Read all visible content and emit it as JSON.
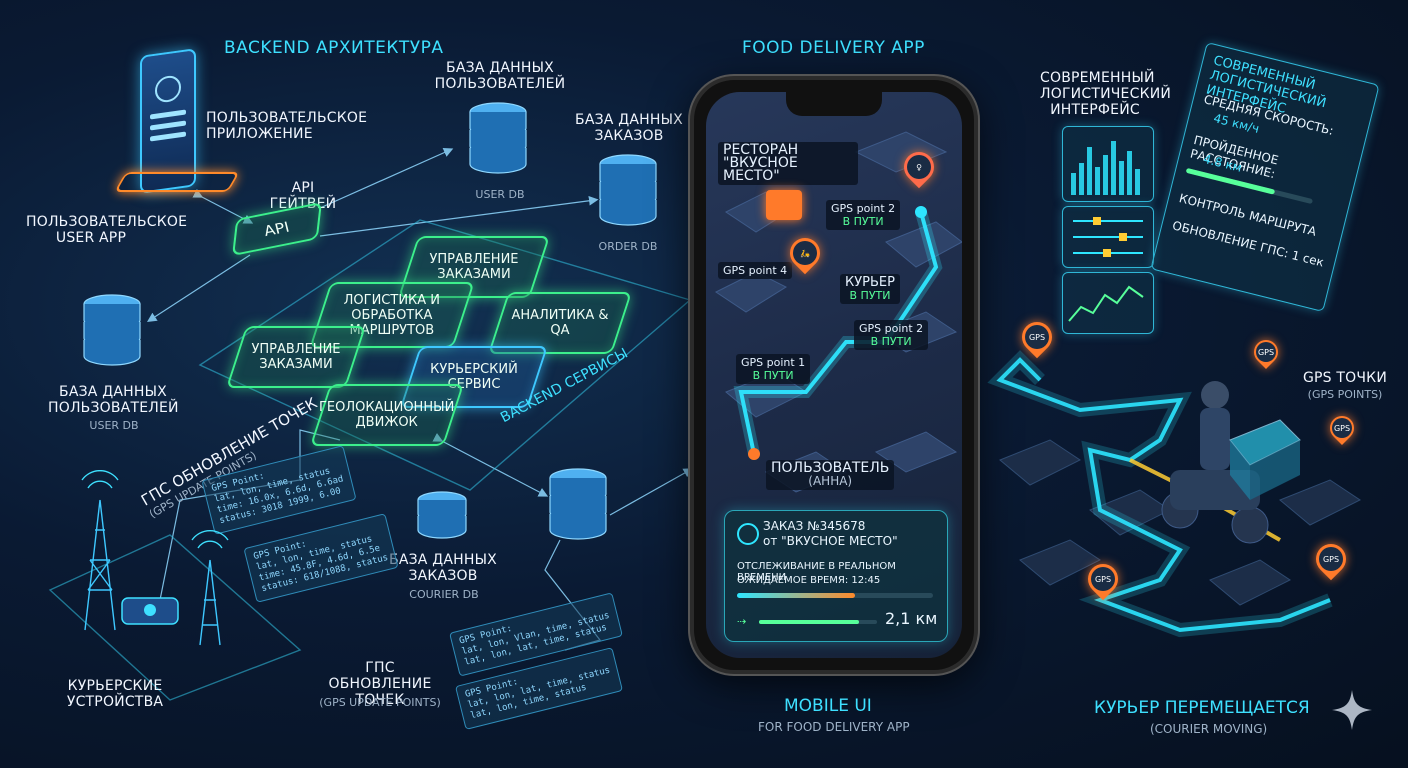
{
  "titles": {
    "backend": "BACKEND АРХИТЕКТУРА",
    "app": "FOOD DELIVERY APP",
    "mobile_ui": "MOBILE UI",
    "mobile_ui_sub": "FOR FOOD DELIVERY APP",
    "courier_moving": "КУРЬЕР ПЕРЕМЕЩАЕТСЯ",
    "courier_moving_sub": "(COURIER MOVING)"
  },
  "backend": {
    "user_app_label": "ПОЛЬЗОВАТЕЛЬСКОЕ ПРИЛОЖЕНИЕ",
    "user_app_left": "ПОЛЬЗОВАТЕЛЬСКОЕ USER APP",
    "api_gateway_label": "API ГЕЙТВЕЙ",
    "api_box": "API",
    "user_db_top": {
      "title": "БАЗА ДАННЫХ ПОЛЬЗОВАТЕЛЕЙ",
      "sub": "USER DB"
    },
    "order_db_top": {
      "title": "БАЗА ДАННЫХ ЗАКАЗОВ",
      "sub": "ORDER DB"
    },
    "user_db_left": {
      "title": "БАЗА ДАННЫХ ПОЛЬЗОВАТЕЛЕЙ",
      "sub": "USER DB"
    },
    "courier_db": {
      "title": "БАЗА ДАННЫХ ЗАКАЗОВ",
      "sub": "COURIER DB"
    },
    "services": [
      "УПРАВЛЕНИЕ ЗАКАЗАМИ",
      "ЛОГИСТИКА И ОБРАБОТКА МАРШРУТОВ",
      "АНАЛИТИКА & QA",
      "УПРАВЛЕНИЕ ЗАКАЗАМИ",
      "КУРЬЕРСКИЙ СЕРВИС",
      "ГЕОЛОКАЦИОННЫЙ ДВИЖОК"
    ],
    "backend_services": "BACKEND СЕРВИСЫ",
    "gps_update_rot": "ГПС ОБНОВЛЕНИЕ ТОЧЕК",
    "gps_update_rot_sub": "(GPS UPDATE POINTS)",
    "courier_devices": "КУРЬЕРСКИЕ УСТРОЙСТВА",
    "gps_update_bottom": "ГПС ОБНОВЛЕНИЕ ТОЧЕК",
    "gps_update_bottom_sub": "(GPS UPDATE POINTS)",
    "code_1": "GPS Point:\nlat, lon, time, status\ntime: 16.0x, 6.6d, 6.6ad\nstatus: 3018 1999, 6.00",
    "code_2": "GPS Point:\nlat, lon, time, status\ntime: 45.8F, 4.6d, 6.5e\nstatus: 618/1088, status",
    "code_3": "GPS Point:\nlat, lon, Vlan, time, status\nlat, lon, lat, time, status",
    "code_4": "GPS Point:\nlat, lon, lat, time, status\nlat, lon, time, status"
  },
  "phone": {
    "restaurant": "РЕСТОРАН \"ВКУСНОЕ МЕСТО\"",
    "gps2_top": {
      "name": "GPS point 2",
      "status": "В ПУТИ"
    },
    "gps4": {
      "name": "GPS point 4"
    },
    "courier": {
      "name": "КУРЬЕР",
      "status": "В ПУТИ"
    },
    "gps2_mid": {
      "name": "GPS point 2",
      "status": "В ПУТИ"
    },
    "gps1": {
      "name": "GPS point 1",
      "status": "В ПУТИ"
    },
    "user": {
      "name": "ПОЛЬЗОВАТЕЛЬ",
      "sub": "(АННА)"
    },
    "order": {
      "title": "ЗАКАЗ №345678",
      "from": "от \"ВКУСНОЕ МЕСТО\"",
      "tracking": "ОТСЛЕЖИВАНИЕ В РЕАЛЬНОМ ВРЕМЕНИ",
      "eta": "ОЖИДАЕМОЕ ВРЕМЯ: 12:45",
      "progress": 0.6,
      "distance": "2,1 км",
      "distance_progress": 0.85
    }
  },
  "right": {
    "modern_interface": "СОВРЕМЕННЫЙ ЛОГИСТИЧЕСКИЙ ИНТЕРФЕЙС",
    "panel_title": "СОВРЕМЕННЫЙ ЛОГИСТИЧЕСКИЙ ИНТЕРФЕЙС",
    "avg_speed_label": "СРЕДНЯЯ СКОРОСТЬ:",
    "avg_speed_value": "45 км/ч",
    "distance_label": "ПРОЙДЕННОЕ РАССТОЯНИЕ:",
    "distance_value": "4.8 км",
    "route_control": "КОНТРОЛЬ МАРШРУТА",
    "gps_update": "ОБНОВЛЕНИЕ ГПС: 1 сек",
    "gps_points": "GPS ТОЧКИ",
    "gps_points_sub": "(GPS POINTS)",
    "pin_label": "GPS"
  },
  "colors": {
    "accent": "#3ee0ff",
    "service": "#3cf08c",
    "route": "#2ee6ff",
    "pin": "#ff7a2a"
  }
}
